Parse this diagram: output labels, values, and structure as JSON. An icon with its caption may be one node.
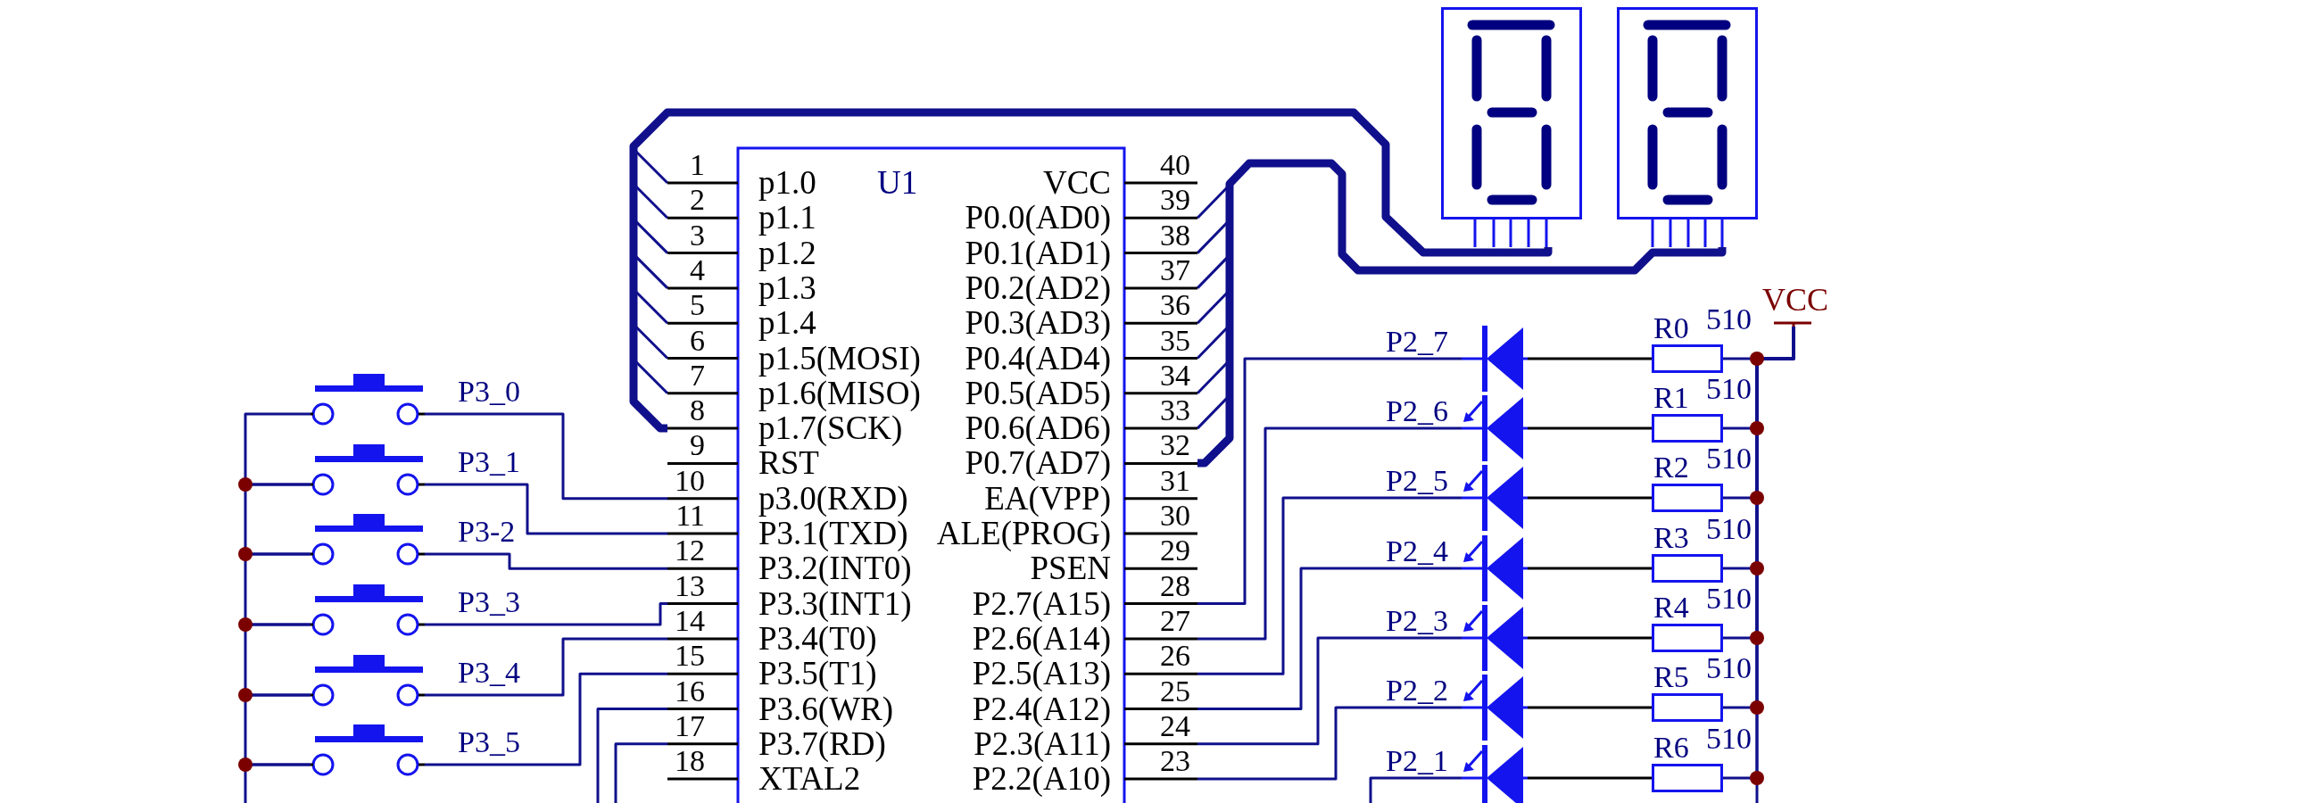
{
  "diagram": {
    "nodes": [
      {
        "text": [
          "p1.0",
          "U1",
          "p1.1",
          "p1.2",
          "p1.3",
          "p1.4",
          "p1.5(MOSI)",
          "p1.6(MISO)",
          "p1.7(SCK)",
          "RST",
          "p3.0(RXD)",
          "P3.1(TXD)",
          "P3.2(INT0)",
          "P3.3(INT1)",
          "P3.4(T0)",
          "P3.5(T1)",
          "P3.6(WR)",
          "P3.7(RD)",
          "XTAL2",
          "VCC",
          "P0.0(AD0)",
          "P0.1(AD1)",
          "P0.2(AD2)",
          "P0.3(AD3)",
          "P0.4(AD4)",
          "P0.5(AD5)",
          "P0.6(AD6)",
          "P0.7(AD7)",
          "EA(VPP)",
          "ALE(PROG)",
          "PSEN",
          "P2.7(A15)",
          "P2.6(A14)",
          "P2.5(A13)",
          "P2.4(A12)",
          "P2.3(A11)",
          "P2.2(A10)"
        ]
      },
      {
        "text": [],
        "shape": "display"
      },
      {
        "text": [],
        "shape": "display"
      },
      {
        "text": [],
        "shape": "switch"
      },
      {
        "text": [],
        "shape": "switch"
      },
      {
        "text": [],
        "shape": "switch"
      },
      {
        "text": [],
        "shape": "switch"
      },
      {
        "text": [],
        "shape": "switch"
      },
      {
        "text": [],
        "shape": "switch"
      },
      {
        "text": [],
        "shape": "diode"
      },
      {
        "text": [],
        "shape": "led"
      },
      {
        "text": [],
        "shape": "led"
      },
      {
        "text": [],
        "shape": "led"
      },
      {
        "text": [],
        "shape": "led"
      },
      {
        "text": [],
        "shape": "led"
      },
      {
        "text": [],
        "shape": "led"
      },
      {
        "text": [],
        "shape": "resistor",
        "beside": [
          "R0",
          "510"
        ]
      },
      {
        "text": [],
        "shape": "resistor",
        "beside": [
          "R1",
          "510"
        ]
      },
      {
        "text": [],
        "shape": "resistor",
        "beside": [
          "R2",
          "510"
        ]
      },
      {
        "text": [],
        "shape": "resistor",
        "beside": [
          "R3",
          "510"
        ]
      },
      {
        "text": [],
        "shape": "resistor",
        "beside": [
          "R4",
          "510"
        ]
      },
      {
        "text": [],
        "shape": "resistor",
        "beside": [
          "R5",
          "510"
        ]
      },
      {
        "text": [],
        "shape": "resistor",
        "beside": [
          "R6",
          "510"
        ]
      },
      {
        "text": [
          "VCC"
        ]
      }
    ],
    "edges": [
      {
        "from": 0,
        "to": 1,
        "arrow": "none",
        "style": "thick"
      },
      {
        "from": 0,
        "to": 2,
        "arrow": "none",
        "style": "thick"
      },
      {
        "from": 3,
        "to": 0,
        "arrow": "none",
        "label": "P3_0"
      },
      {
        "from": 4,
        "to": 0,
        "arrow": "none",
        "label": "P3_1"
      },
      {
        "from": 5,
        "to": 0,
        "arrow": "none",
        "label": "P3-2"
      },
      {
        "from": 6,
        "to": 0,
        "arrow": "none",
        "label": "P3_3"
      },
      {
        "from": 7,
        "to": 0,
        "arrow": "none",
        "label": "P3_4"
      },
      {
        "from": 8,
        "to": 0,
        "arrow": "none",
        "label": "P3_5"
      },
      {
        "from": 3,
        "to": 4,
        "arrow": "none"
      },
      {
        "from": 4,
        "to": 5,
        "arrow": "none"
      },
      {
        "from": 5,
        "to": 6,
        "arrow": "none"
      },
      {
        "from": 6,
        "to": 7,
        "arrow": "none"
      },
      {
        "from": 7,
        "to": 8,
        "arrow": "none"
      },
      {
        "from": 8,
        "to": null,
        "arrow": "none"
      },
      {
        "from": 0,
        "to": null,
        "arrow": "none"
      },
      {
        "from": 0,
        "to": null,
        "arrow": "none"
      },
      {
        "from": 0,
        "to": 9,
        "arrow": "none",
        "label": "P2_7"
      },
      {
        "from": 0,
        "to": 10,
        "arrow": "none",
        "label": "P2_6"
      },
      {
        "from": 0,
        "to": 11,
        "arrow": "none",
        "label": "P2_5"
      },
      {
        "from": 0,
        "to": 12,
        "arrow": "none",
        "label": "P2_4"
      },
      {
        "from": 0,
        "to": 13,
        "arrow": "none",
        "label": "P2_3"
      },
      {
        "from": 0,
        "to": 14,
        "arrow": "none",
        "label": "P2_2"
      },
      {
        "from": null,
        "to": 15,
        "arrow": "none",
        "label": "P2_1"
      },
      {
        "from": 9,
        "to": 16,
        "arrow": "none",
        "color": "#000000"
      },
      {
        "from": 10,
        "to": 17,
        "arrow": "none",
        "color": "#000000"
      },
      {
        "from": 11,
        "to": 18,
        "arrow": "none",
        "color": "#000000"
      },
      {
        "from": 12,
        "to": 19,
        "arrow": "none",
        "color": "#000000"
      },
      {
        "from": 13,
        "to": 20,
        "arrow": "none",
        "color": "#000000"
      },
      {
        "from": 14,
        "to": 21,
        "arrow": "none",
        "color": "#000000"
      },
      {
        "from": 15,
        "to": 22,
        "arrow": "none",
        "color": "#000000"
      },
      {
        "from": 16,
        "to": 23,
        "arrow": "none"
      },
      {
        "from": 17,
        "to": 23,
        "arrow": "none"
      },
      {
        "from": 18,
        "to": 23,
        "arrow": "none"
      },
      {
        "from": 19,
        "to": 23,
        "arrow": "none"
      },
      {
        "from": 20,
        "to": 23,
        "arrow": "none"
      },
      {
        "from": 21,
        "to": 23,
        "arrow": "none"
      },
      {
        "from": 22,
        "to": 23,
        "arrow": "none"
      },
      {
        "from": null,
        "to": 23,
        "arrow": "none"
      }
    ],
    "labels": [
      "1",
      "2",
      "3",
      "4",
      "5",
      "6",
      "7",
      "8",
      "9",
      "10",
      "11",
      "12",
      "13",
      "14",
      "15",
      "16",
      "17",
      "18",
      "40",
      "39",
      "38",
      "37",
      "36",
      "35",
      "34",
      "33",
      "32",
      "31",
      "30",
      "29",
      "28",
      "27",
      "26",
      "25",
      "24",
      "23"
    ]
  }
}
